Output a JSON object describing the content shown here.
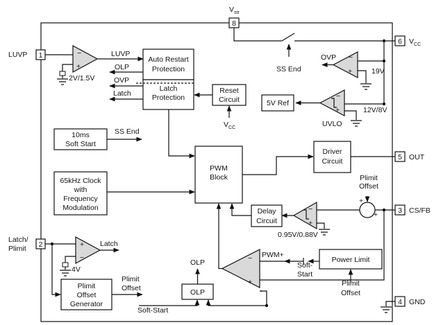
{
  "pins": [
    {
      "num": "1",
      "label": "LUVP"
    },
    {
      "num": "2",
      "label_lines": [
        "Latch/",
        "Plimit"
      ]
    },
    {
      "num": "3",
      "label": "CS/FB"
    },
    {
      "num": "4",
      "label": "GND"
    },
    {
      "num": "5",
      "label": "OUT"
    },
    {
      "num": "6",
      "label": "V",
      "label_sub": "CC"
    },
    {
      "num": "8",
      "label": "V",
      "label_sub": "str"
    }
  ],
  "blocks": {
    "auto_restart": [
      "Auto Restart",
      "Protection"
    ],
    "latch_protection": [
      "Latch",
      "Protection"
    ],
    "reset_circuit": [
      "Reset",
      "Circuit"
    ],
    "ref_5v": "5V Ref",
    "soft_start": [
      "10ms",
      "Soft Start"
    ],
    "clock": [
      "65kHz Clock",
      "with",
      "Frequency",
      "Modulation"
    ],
    "pwm": [
      "PWM",
      "Block"
    ],
    "driver": [
      "Driver",
      "Circuit"
    ],
    "delay": [
      "Delay",
      "Circuit"
    ],
    "power_limit": "Power Limit",
    "olp": "OLP",
    "plimit_gen": [
      "Plimit",
      "Offset",
      "Generator"
    ]
  },
  "labels": {
    "luvp": "LUVP",
    "olp_sig": "OLP",
    "ovp_sig": "OVP",
    "latch_sig": "Latch",
    "ss_end_switch": "SS End",
    "ss_end_out": "SS End",
    "ovp_comp": "OVP",
    "uvlo": "UVLO",
    "v19": "19V",
    "v12_8": "12V/8V",
    "v2_1_5": "2V/1.5V",
    "vcc_reset": "V",
    "vcc_reset_sub": "CC",
    "plimit_offset_top": [
      "Plimit",
      "Offset"
    ],
    "plimit_offset_left": [
      "Plimit",
      "Offset"
    ],
    "plimit_offset_bottom": [
      "Plimit",
      "Offset"
    ],
    "v0_95": "0.95V/0.88V",
    "pwm_plus": "PWM+",
    "soft_start_right": [
      "Soft-",
      "Start"
    ],
    "olp_up": "OLP",
    "latch_out": "Latch",
    "v4": "4V",
    "soft_start_bottom": "Soft-Start",
    "plus": "+",
    "minus": "−"
  }
}
